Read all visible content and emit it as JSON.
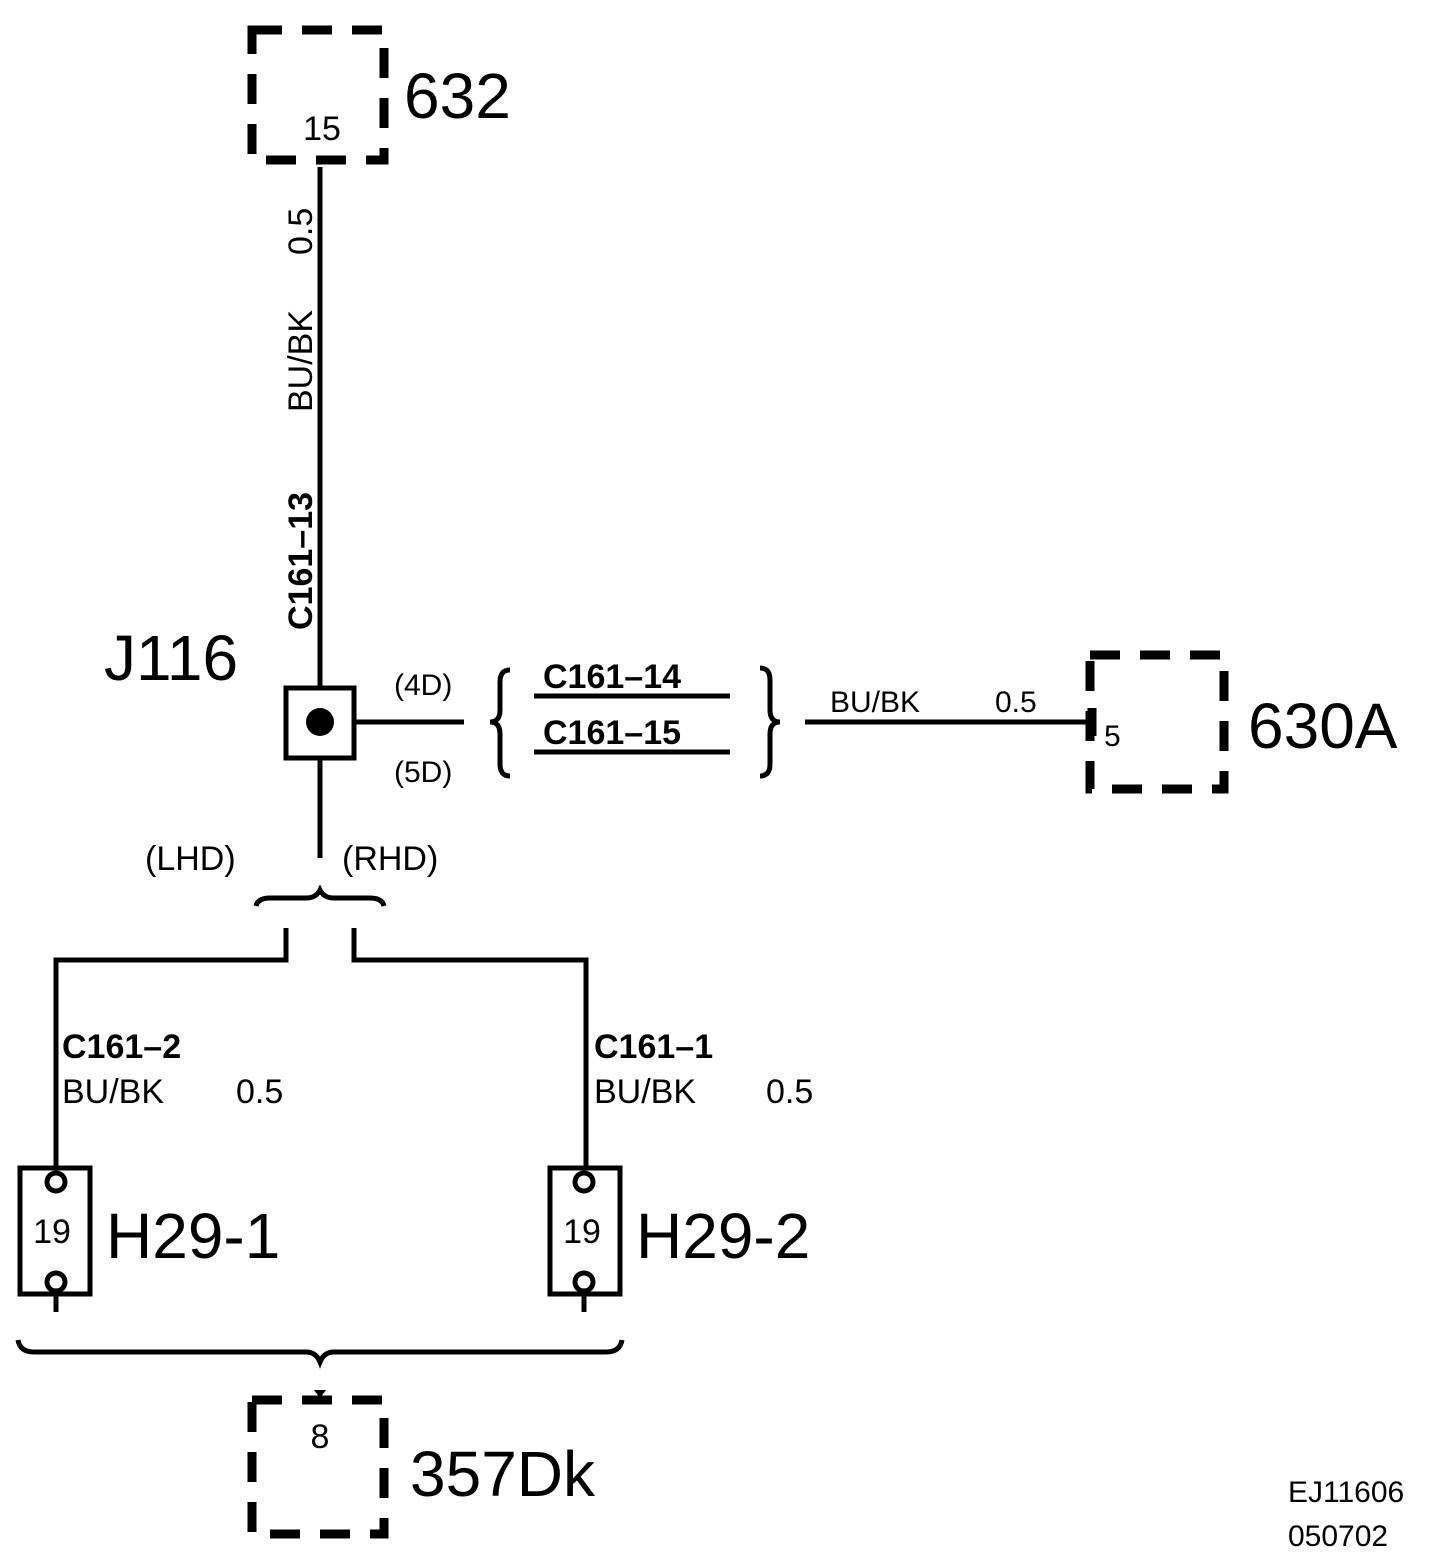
{
  "components": {
    "c632": {
      "name": "632",
      "pin": "15"
    },
    "c630a": {
      "name": "630A",
      "pin": "5"
    },
    "c357dk": {
      "name": "357Dk",
      "pin": "8"
    },
    "h29_1": {
      "name": "H29-1",
      "pin": "19"
    },
    "h29_2": {
      "name": "H29-2",
      "pin": "19"
    }
  },
  "junction": {
    "name": "J116",
    "pin_4d": "(4D)",
    "pin_5d": "(5D)"
  },
  "wires": {
    "top": {
      "connector": "C161–13",
      "color": "BU/BK",
      "gauge": "0.5"
    },
    "right": {
      "connector_a": "C161–14",
      "connector_b": "C161–15",
      "color": "BU/BK",
      "gauge": "0.5"
    },
    "left_branch": {
      "connector": "C161–2",
      "color": "BU/BK",
      "gauge": "0.5"
    },
    "right_branch": {
      "connector": "C161–1",
      "color": "BU/BK",
      "gauge": "0.5"
    }
  },
  "variants": {
    "lhd": "(LHD)",
    "rhd": "(RHD)"
  },
  "footer": {
    "ref": "EJ11606",
    "date": "050702"
  }
}
